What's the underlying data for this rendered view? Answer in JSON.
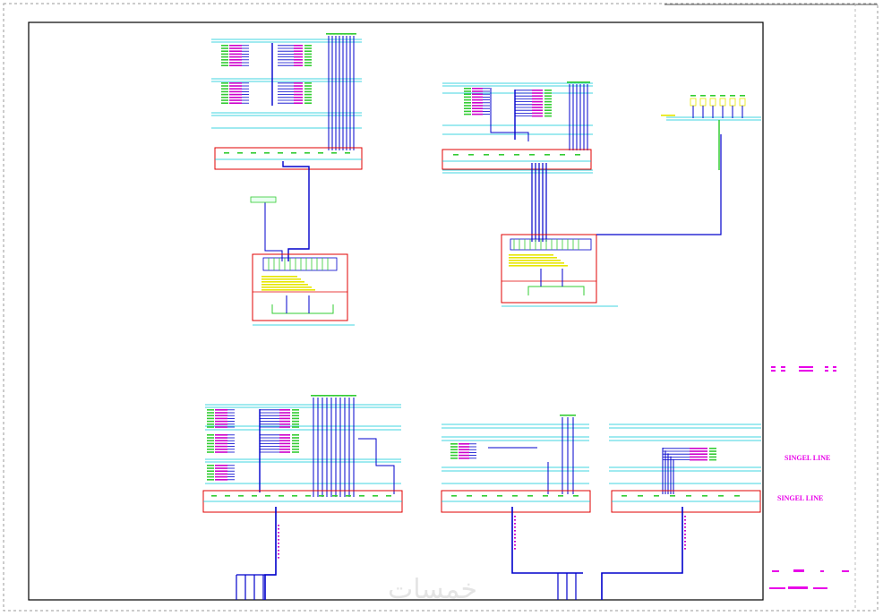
{
  "title_block": {
    "label_1": "SINGEL LINE",
    "label_2": "SINGEL LINE"
  },
  "watermark": {
    "text": "خمسات"
  },
  "colors": {
    "bus_frame": "#e00000",
    "feeder": "#0000cc",
    "busbar": "#00c8d8",
    "label": "#cc00cc",
    "tag": "#33cc33",
    "note": "#e6e600",
    "frame": "#000000",
    "title": "#e800e8"
  }
}
